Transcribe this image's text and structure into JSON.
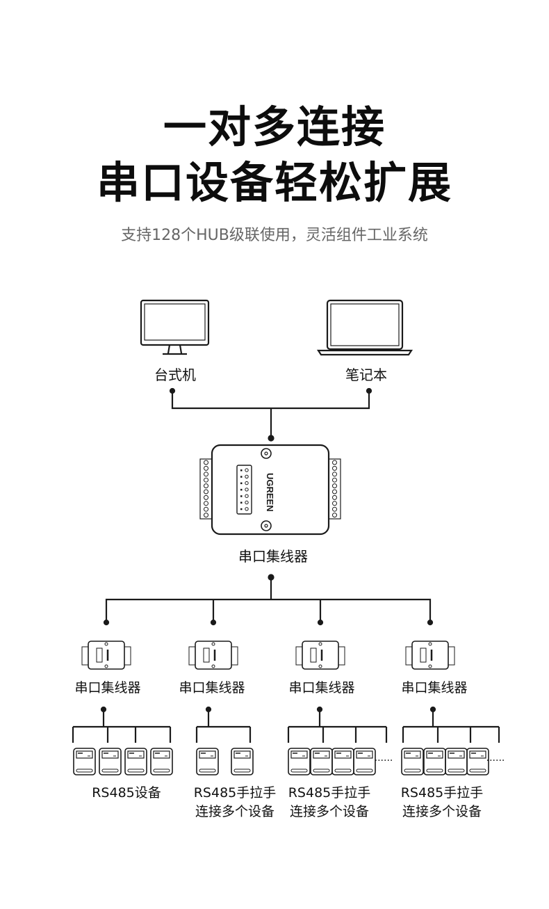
{
  "title": {
    "line1": "一对多连接",
    "line2": "串口设备轻松扩展"
  },
  "subtitle": "支持128个HUB级联使用，灵活组件工业系统",
  "computers": {
    "desktop": "台式机",
    "laptop": "笔记本"
  },
  "main_hub": {
    "label": "串口集线器",
    "brand": "UGREEN"
  },
  "sub_hubs": [
    {
      "label": "串口集线器",
      "caption_line1": "RS485设备",
      "caption_line2": ""
    },
    {
      "label": "串口集线器",
      "caption_line1": "RS485手拉手",
      "caption_line2": "连接多个设备"
    },
    {
      "label": "串口集线器",
      "caption_line1": "RS485手拉手",
      "caption_line2": "连接多个设备"
    },
    {
      "label": "串口集线器",
      "caption_line1": "RS485手拉手",
      "caption_line2": "连接多个设备"
    }
  ],
  "ellipsis": "......"
}
